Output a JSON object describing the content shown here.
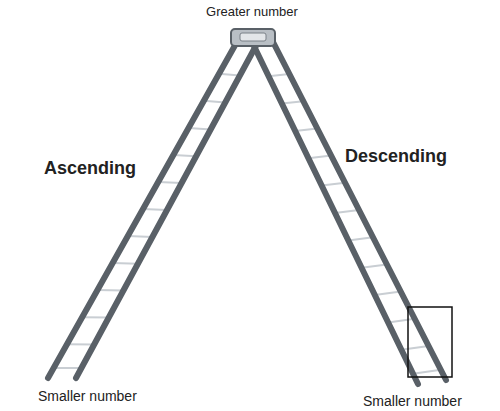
{
  "diagram": {
    "labels": [
      "Greater number",
      "Ascending",
      "Descending",
      "Smaller number",
      "Smaller number"
    ]
  }
}
